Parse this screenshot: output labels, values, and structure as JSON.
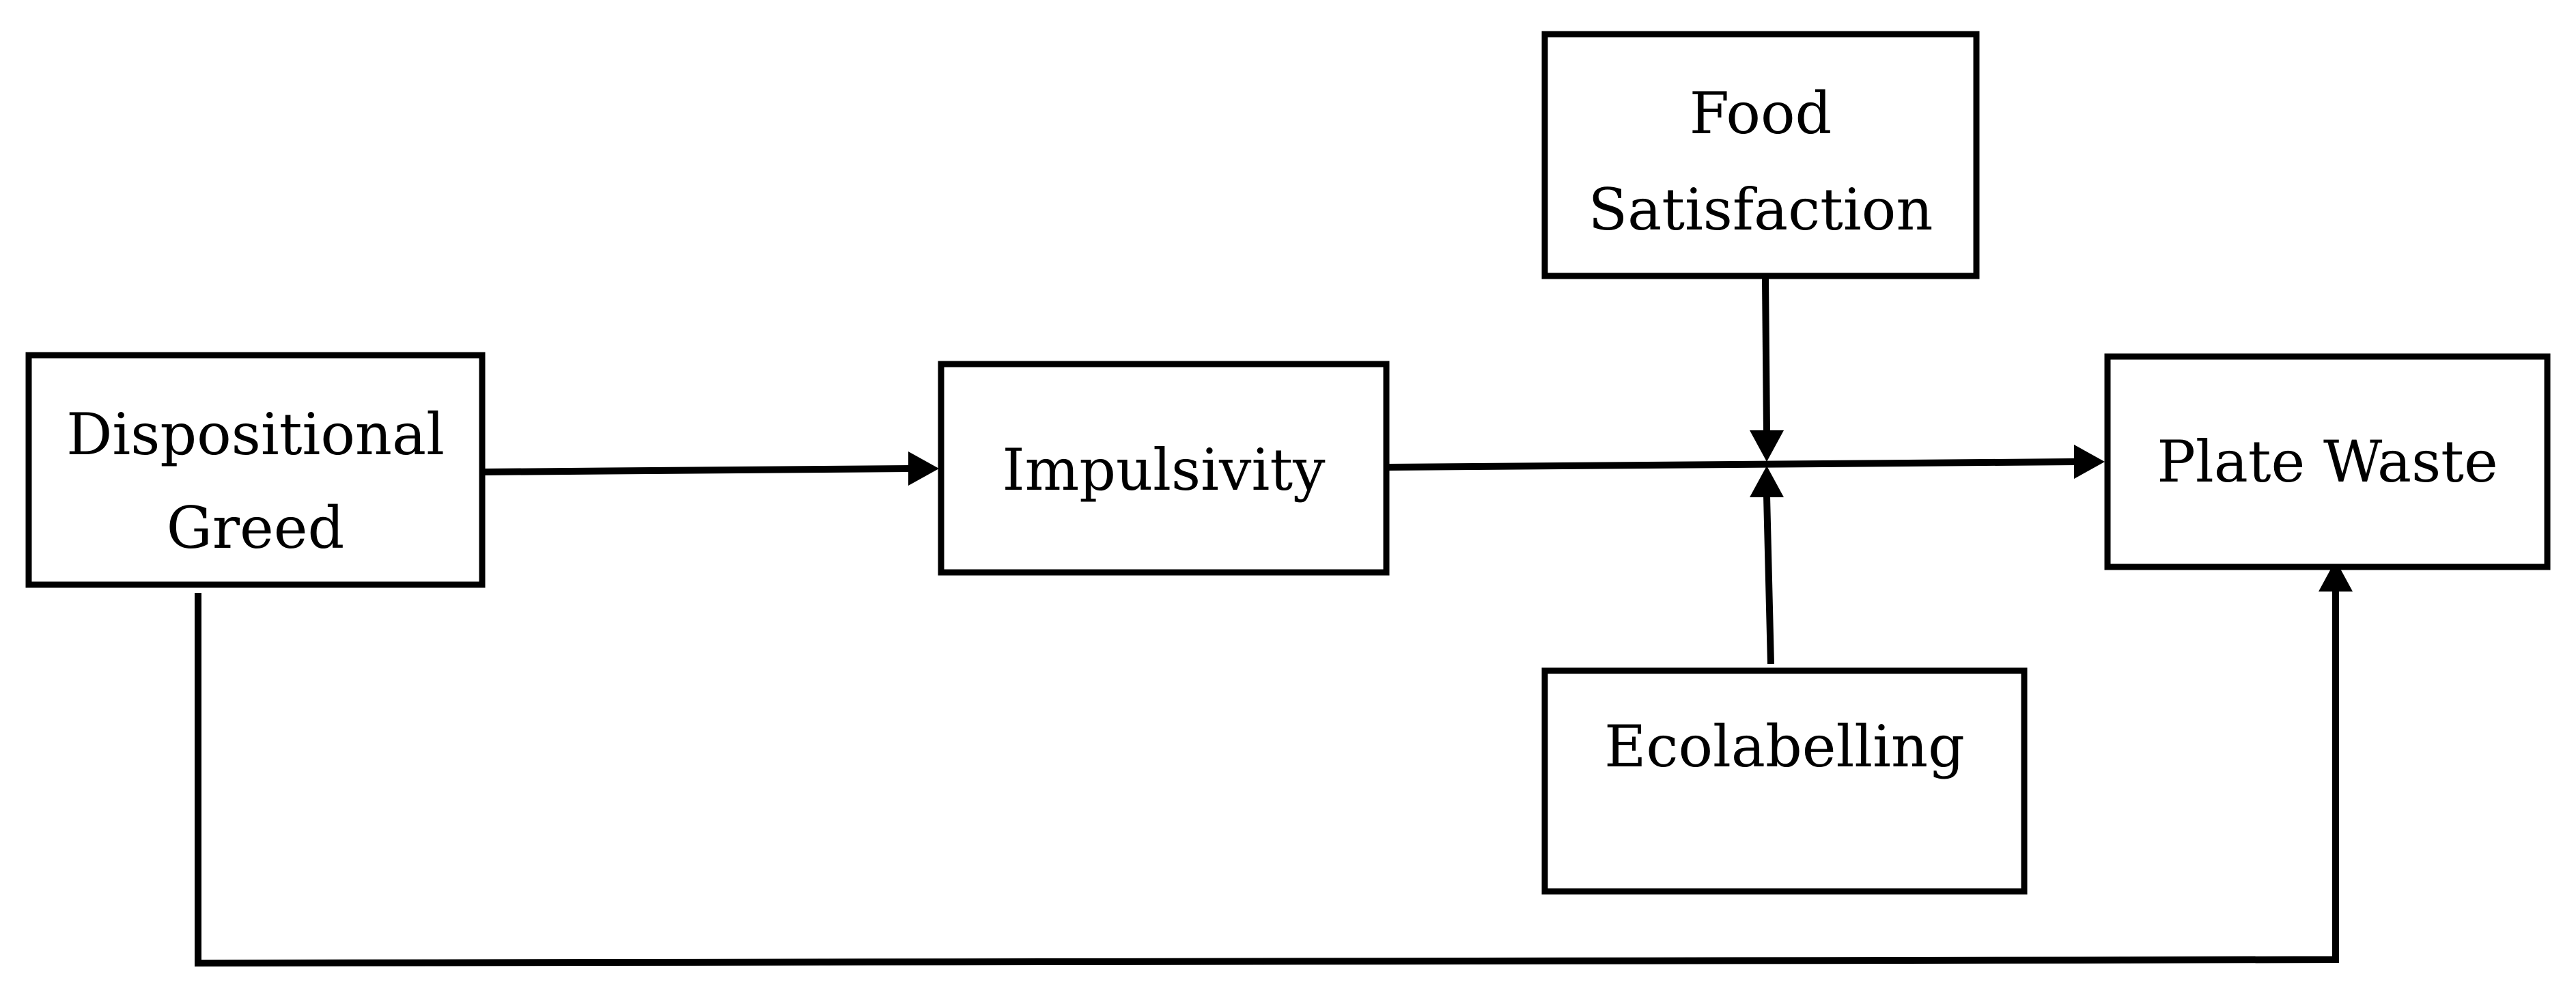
{
  "diagram": {
    "nodes": {
      "dispositional_greed": {
        "lines": [
          "Dispositional",
          "Greed"
        ]
      },
      "impulsivity": {
        "lines": [
          "Impulsivity"
        ]
      },
      "food_satisfaction": {
        "lines": [
          "Food",
          "Satisfaction"
        ]
      },
      "ecolabelling": {
        "lines": [
          "Ecolabelling"
        ]
      },
      "plate_waste": {
        "lines": [
          "Plate Waste"
        ]
      }
    },
    "edges": [
      {
        "from": "dispositional_greed",
        "to": "impulsivity",
        "kind": "direct"
      },
      {
        "from": "impulsivity",
        "to": "plate_waste",
        "kind": "direct"
      },
      {
        "from": "food_satisfaction",
        "to": "impulsivity-plate_waste",
        "kind": "moderation"
      },
      {
        "from": "ecolabelling",
        "to": "impulsivity-plate_waste",
        "kind": "moderation"
      },
      {
        "from": "dispositional_greed",
        "to": "plate_waste",
        "kind": "direct"
      }
    ],
    "colors": {
      "stroke": "#000000",
      "box_fill": "#ffffff",
      "text": "#000000"
    }
  }
}
